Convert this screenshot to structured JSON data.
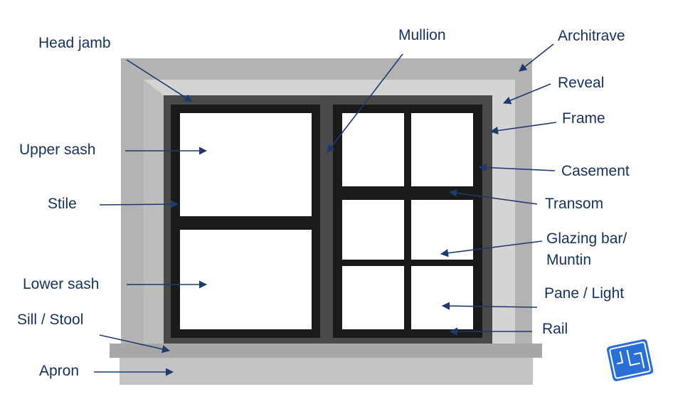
{
  "colors": {
    "label_text": "#15315e",
    "pointer": "#1e3a6e",
    "architrave": "#b3b3b3",
    "reveal": "#d2d2d2",
    "frame": "#4a4a4a",
    "sash_bar": "#1a1a1a",
    "glass": "#ffffff",
    "sill": "#a7a7a7",
    "apron": "#c4c4c4",
    "logo": "#2a6fd6"
  },
  "labels": {
    "head_jamb": "Head jamb",
    "mullion": "Mullion",
    "architrave": "Architrave",
    "reveal": "Reveal",
    "frame": "Frame",
    "upper_sash": "Upper sash",
    "casement": "Casement",
    "stile": "Stile",
    "transom": "Transom",
    "glazing_bar_line1": "Glazing bar/",
    "glazing_bar_line2": "Muntin",
    "lower_sash": "Lower sash",
    "pane_light": "Pane / Light",
    "sill_stool": "Sill / Stool",
    "rail": "Rail",
    "apron": "Apron"
  },
  "logo": {
    "icon": "blueprint-icon"
  }
}
